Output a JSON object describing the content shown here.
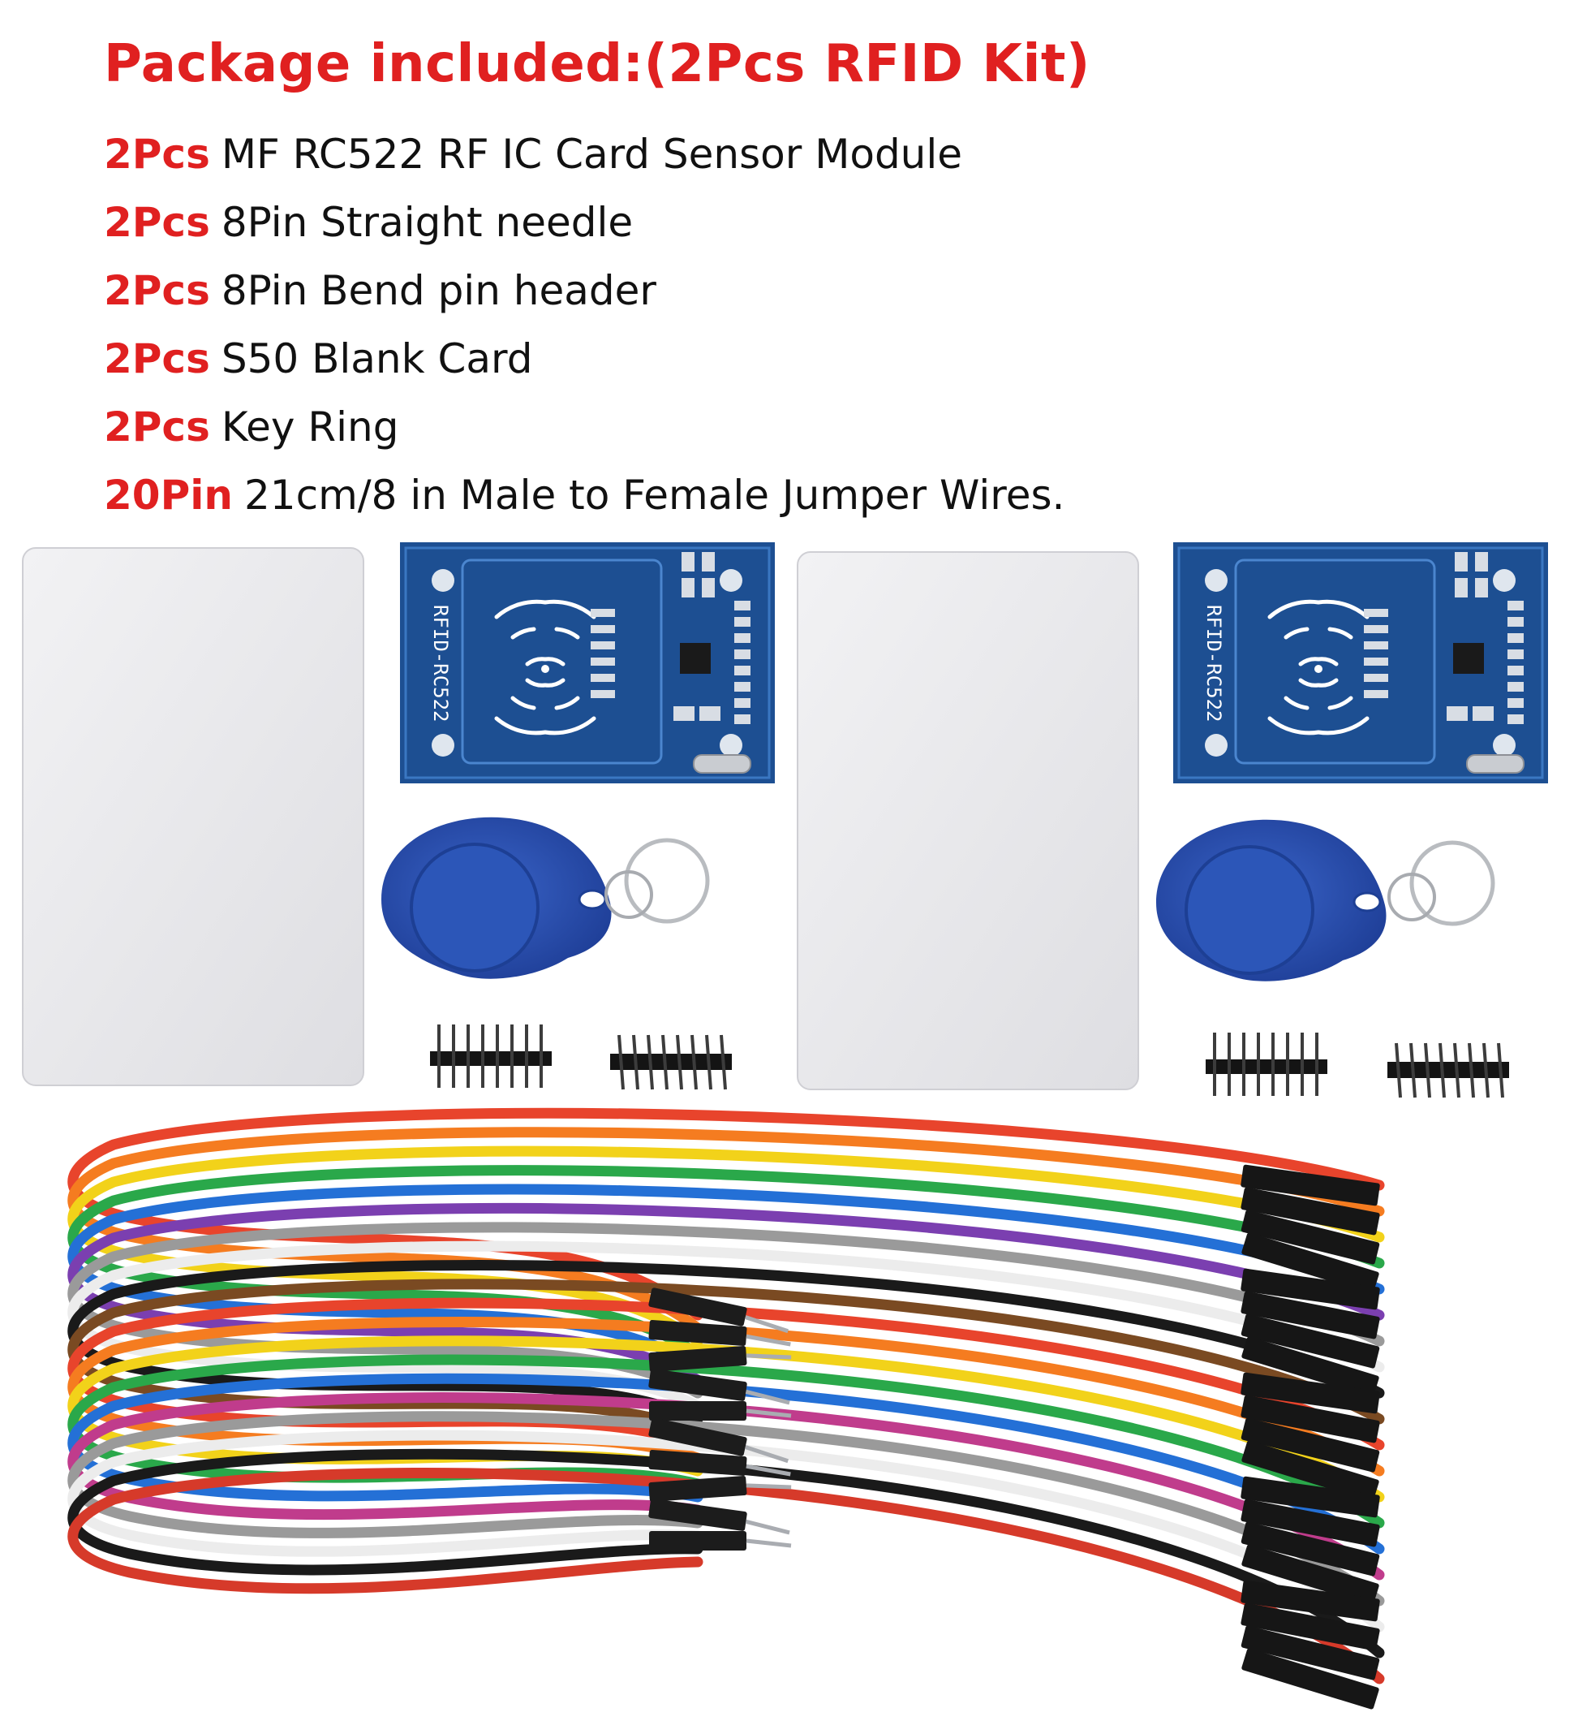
{
  "title": "Package included:(2Pcs RFID Kit)",
  "items": [
    {
      "qty": "2Pcs",
      "desc": "MF RC522 RF IC Card Sensor Module"
    },
    {
      "qty": "2Pcs",
      "desc": "8Pin Straight needle"
    },
    {
      "qty": "2Pcs",
      "desc": "8Pin Bend pin header"
    },
    {
      "qty": "2Pcs",
      "desc": "S50 Blank Card"
    },
    {
      "qty": "2Pcs",
      "desc": "Key Ring"
    },
    {
      "qty": "20Pin",
      "desc": "21cm/8 in Male to Female Jumper Wires."
    }
  ],
  "module_label": "RFID-RC522",
  "colors": {
    "accent_red": "#e02020",
    "pcb_blue": "#1d4f92",
    "fob_blue": "#2f56b8",
    "card_gray": "#e7e7ea"
  },
  "wire_colors": [
    "#e8442c",
    "#f57c20",
    "#f2d21a",
    "#2aa84a",
    "#2470d6",
    "#7b3fb0",
    "#9a9a9a",
    "#f4f4f4",
    "#1a1a1a",
    "#7a4a22",
    "#e8442c",
    "#f57c20",
    "#f2d21a",
    "#2aa84a",
    "#2470d6",
    "#c03c8c",
    "#9a9a9a",
    "#f4f4f4",
    "#1a1a1a",
    "#d63a2a"
  ]
}
